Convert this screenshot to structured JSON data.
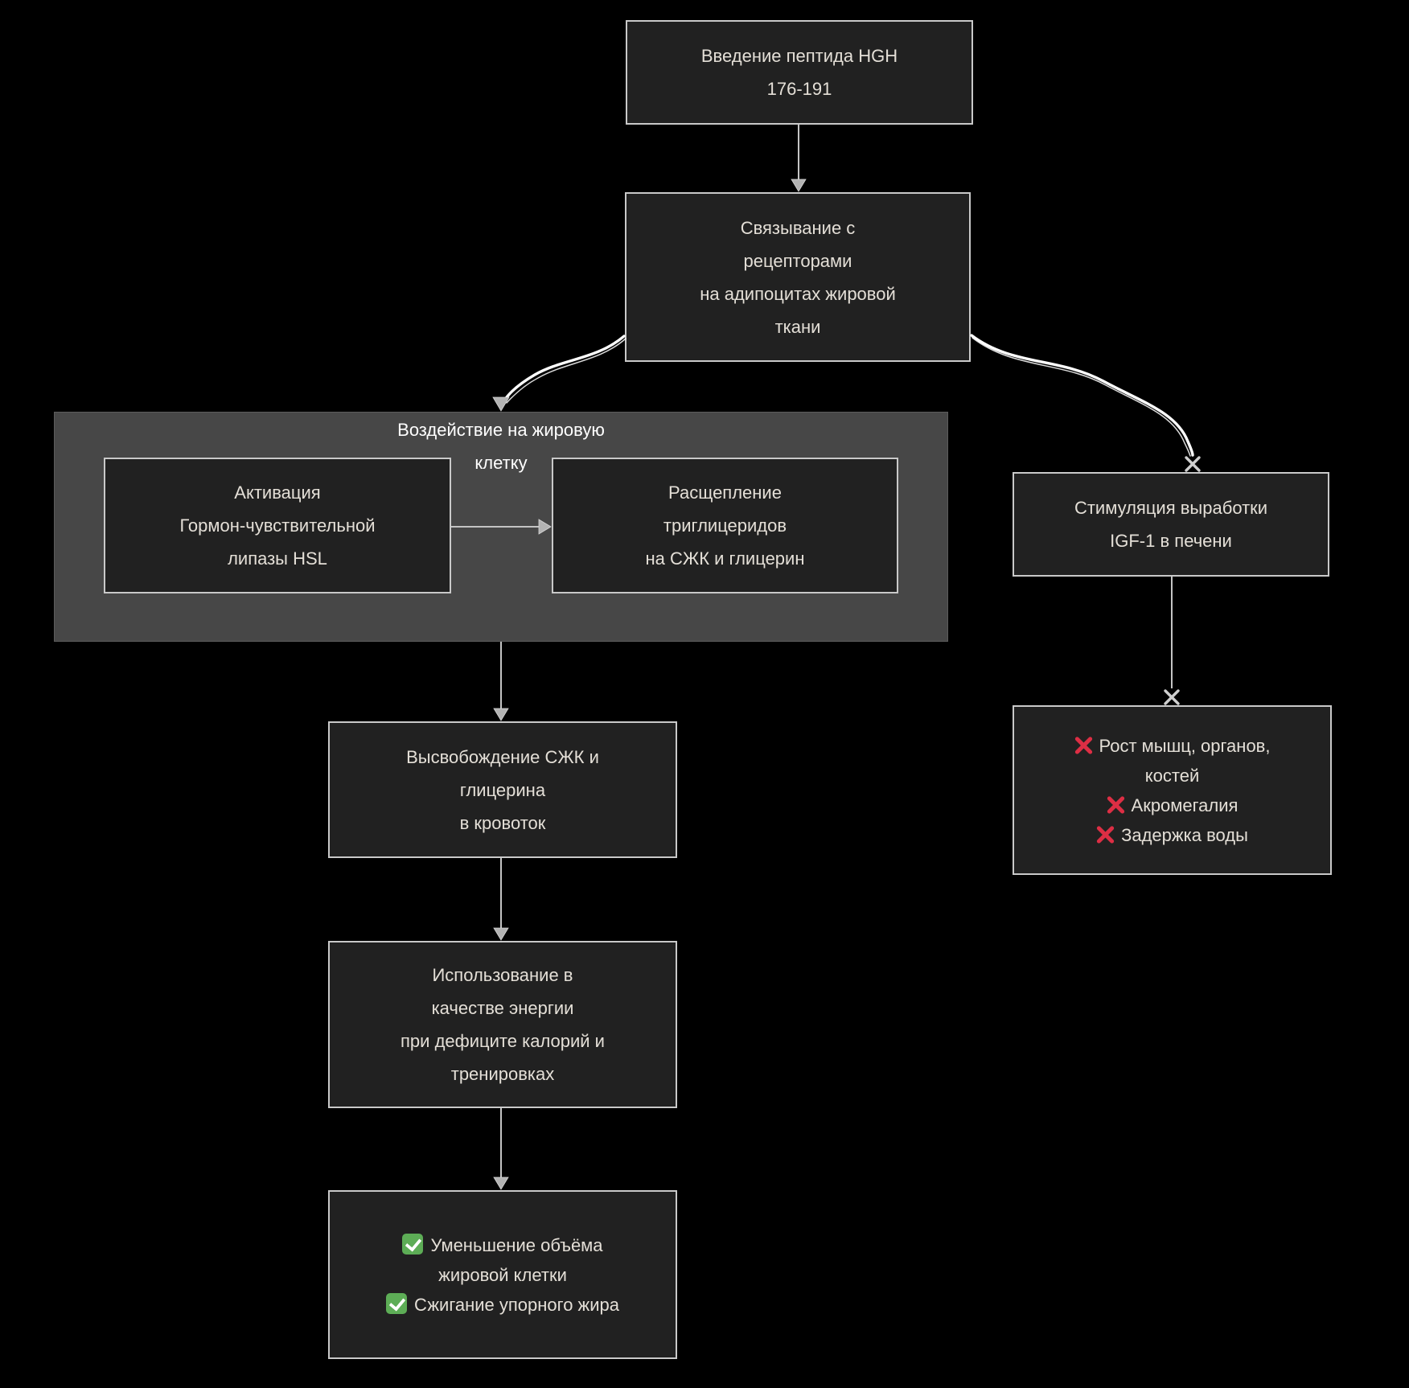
{
  "colors": {
    "background": "#000000",
    "node_fill": "#212121",
    "node_border": "#c9c9c9",
    "cluster_fill": "#474747",
    "cluster_border": "#5c5c5c",
    "edge_line": "#c4c4c4",
    "arrowhead": "#b3b3b3",
    "rough_edge": "#ffffff",
    "text": "#e4dfd7",
    "cluster_title": "#ffffff",
    "cross_red": "#dd2e44",
    "check_green": "#5dad56"
  },
  "nodes": {
    "injection": {
      "label": "Введение пептида HGH\n176-191"
    },
    "binding": {
      "label": "Связывание с\nрецепторами\nна адипоцитах жировой\nткани"
    },
    "cluster": {
      "title": "Воздействие на жировую\nклетку"
    },
    "activation": {
      "label": "Активация\nГормон-чувствительной\nлипазы HSL"
    },
    "breakdown": {
      "label": "Расщепление\nтриглицеридов\nна СЖК и глицерин"
    },
    "igf1": {
      "label": "Стимуляция выработки\nIGF-1 в печени"
    },
    "release": {
      "label": "Высвобождение СЖК и\nглицерина\nв кровоток"
    },
    "energy": {
      "label": "Использование в\nкачестве энергии\nпри дефиците калорий и\nтренировках"
    },
    "side_effects": {
      "items": [
        {
          "icon": "cross-mark",
          "text": "Рост мышц, органов, костей"
        },
        {
          "icon": "cross-mark",
          "text": "Акромегалия"
        },
        {
          "icon": "cross-mark",
          "text": "Задержка воды"
        }
      ]
    },
    "benefits": {
      "items": [
        {
          "icon": "check-mark",
          "text": "Уменьшение объёма жировой клетки"
        },
        {
          "icon": "check-mark",
          "text": "Сжигание упорного жира"
        }
      ]
    }
  }
}
